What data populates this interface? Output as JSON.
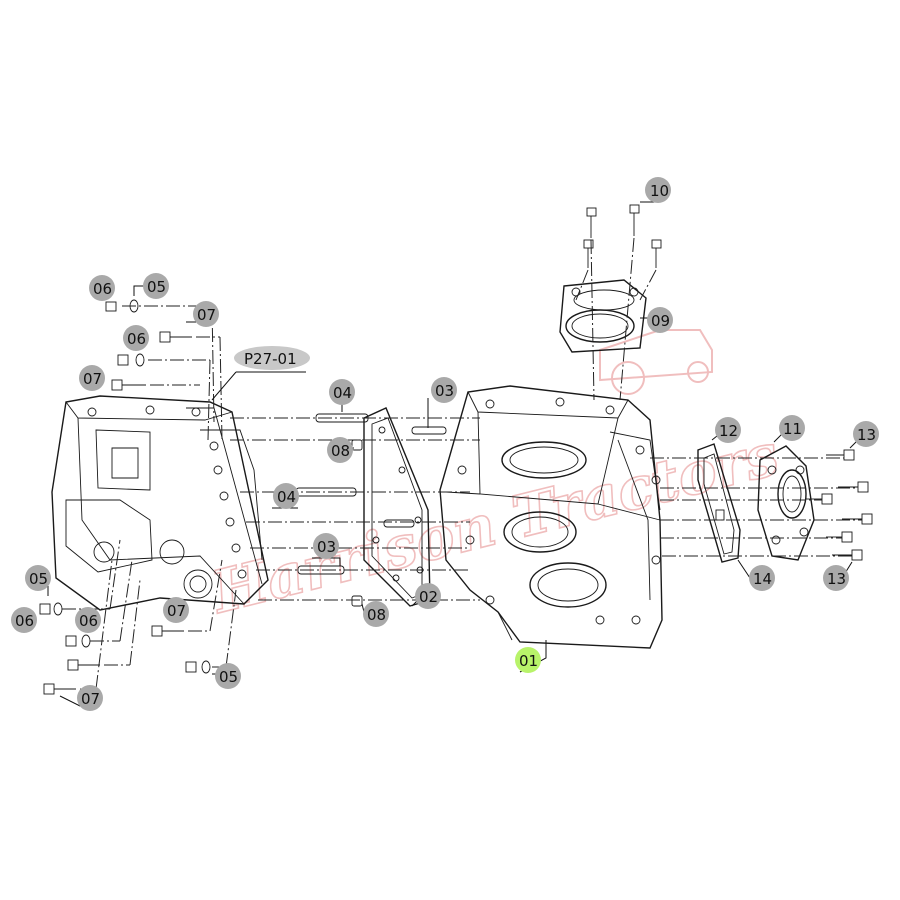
{
  "diagram": {
    "assembly_label": "P27-01",
    "highlight_color": "#b8f36a",
    "callouts": [
      {
        "id": "c-10",
        "label": "10"
      },
      {
        "id": "c-09",
        "label": "09"
      },
      {
        "id": "c-06a",
        "label": "06"
      },
      {
        "id": "c-05a",
        "label": "05"
      },
      {
        "id": "c-07a",
        "label": "07"
      },
      {
        "id": "c-06b",
        "label": "06"
      },
      {
        "id": "c-07b",
        "label": "07"
      },
      {
        "id": "c-04a",
        "label": "04"
      },
      {
        "id": "c-03a",
        "label": "03"
      },
      {
        "id": "c-08a",
        "label": "08"
      },
      {
        "id": "c-04b",
        "label": "04"
      },
      {
        "id": "c-03b",
        "label": "03"
      },
      {
        "id": "c-02",
        "label": "02"
      },
      {
        "id": "c-08b",
        "label": "08"
      },
      {
        "id": "c-12",
        "label": "12"
      },
      {
        "id": "c-11",
        "label": "11"
      },
      {
        "id": "c-13a",
        "label": "13"
      },
      {
        "id": "c-14",
        "label": "14"
      },
      {
        "id": "c-13b",
        "label": "13"
      },
      {
        "id": "c-05b",
        "label": "05"
      },
      {
        "id": "c-06c",
        "label": "06"
      },
      {
        "id": "c-07c",
        "label": "07"
      },
      {
        "id": "c-06d",
        "label": "06"
      },
      {
        "id": "c-07d",
        "label": "07"
      },
      {
        "id": "c-05c",
        "label": "05"
      },
      {
        "id": "c-01",
        "label": "01"
      }
    ]
  }
}
